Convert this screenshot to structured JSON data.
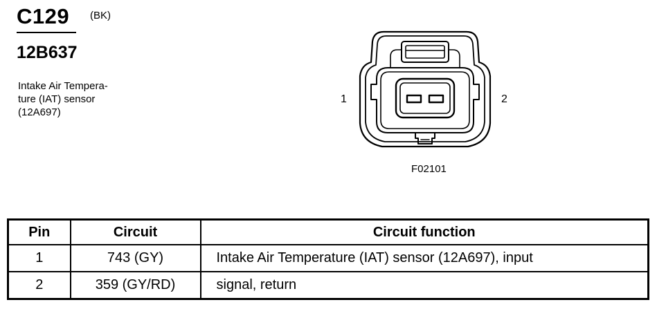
{
  "connector": {
    "id": "C129",
    "color": "(BK)",
    "part_number": "12B637",
    "description_lines": [
      "Intake Air Tempera-",
      "ture (IAT) sensor",
      "(12A697)"
    ]
  },
  "diagram": {
    "pin_left_label": "1",
    "pin_right_label": "2",
    "figure_code": "F02101"
  },
  "table": {
    "headers": [
      "Pin",
      "Circuit",
      "Circuit function"
    ],
    "rows": [
      {
        "pin": "1",
        "circuit": "743 (GY)",
        "function": "Intake Air Temperature (IAT) sensor (12A697), input"
      },
      {
        "pin": "2",
        "circuit": "359 (GY/RD)",
        "function": "signal, return"
      }
    ]
  }
}
